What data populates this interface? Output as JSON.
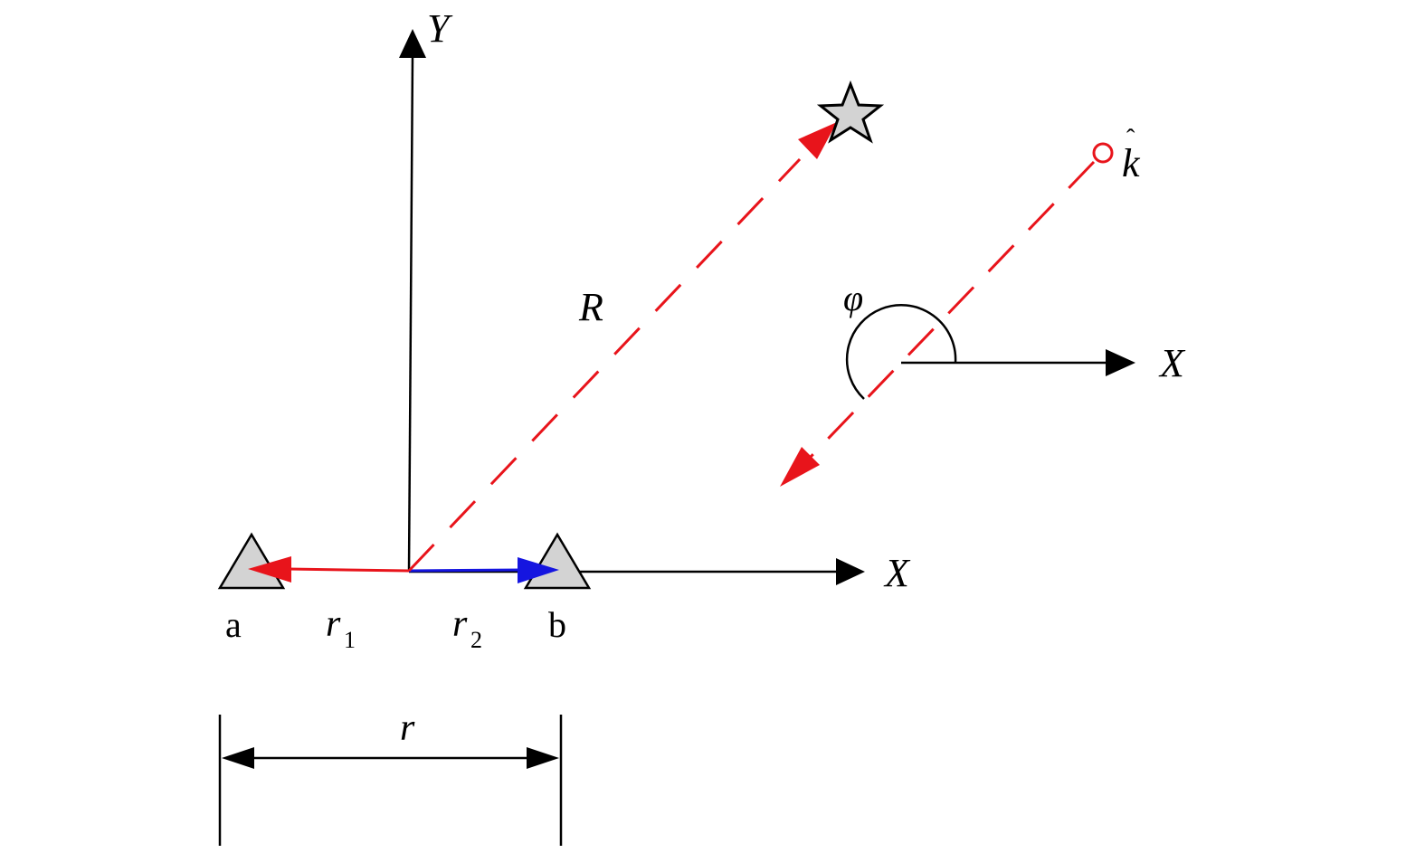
{
  "labels": {
    "y_axis": "Y",
    "x_axis_main": "X",
    "x_axis_local": "X",
    "range": "R",
    "angle": "φ",
    "direction_k": "k",
    "hat": "ˆ",
    "sensor_a": "a",
    "sensor_b": "b",
    "r1_base": "r",
    "r1_sub": "1",
    "r2_base": "r",
    "r2_sub": "2",
    "baseline": "r"
  },
  "icons": {
    "star": "star-icon",
    "sensor": "triangle-icon",
    "origin_marker": "circle-icon"
  },
  "colors": {
    "axis": "#000000",
    "red_vector": "#e8141b",
    "blue_vector": "#1515e0",
    "sensor_fill": "#d3d3d3",
    "star_fill": "#d3d3d3"
  }
}
